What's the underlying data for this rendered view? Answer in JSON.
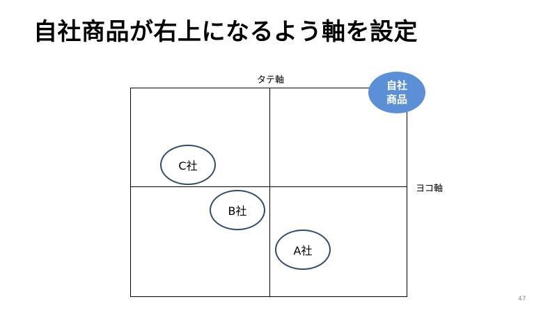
{
  "slide": {
    "title": "自社商品が右上になるよう軸を設定",
    "page_number": "47"
  },
  "axes": {
    "vertical_label": "タテ軸",
    "horizontal_label": "ヨコ軸"
  },
  "competitors": [
    {
      "label": "C社"
    },
    {
      "label": "B社"
    },
    {
      "label": "A社"
    }
  ],
  "own_product": {
    "line1": "自社",
    "line2": "商品",
    "color": "#5b8fd6"
  }
}
